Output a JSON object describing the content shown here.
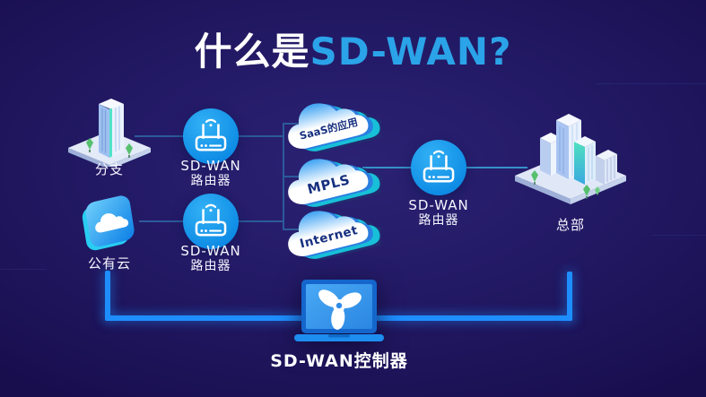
{
  "title": {
    "prefix": "什么是",
    "highlight": "SD-WAN?"
  },
  "nodes": {
    "branch": {
      "label": "分支"
    },
    "public_cloud": {
      "label": "公有云"
    },
    "router_top": {
      "line1": "SD-WAN",
      "line2": "路由器"
    },
    "router_bottom": {
      "line1": "SD-WAN",
      "line2": "路由器"
    },
    "router_right": {
      "line1": "SD-WAN",
      "line2": "路由器"
    },
    "headquarters": {
      "label": "总部"
    },
    "controller": {
      "label": "SD-WAN控制器"
    }
  },
  "clouds": [
    {
      "label": "SaaS的应用"
    },
    {
      "label": "MPLS"
    },
    {
      "label": "Internet"
    }
  ],
  "colors": {
    "background_center": "#2b2274",
    "background_edge": "#180e4e",
    "title_highlight": "#2ba3e8",
    "router_blue": "#189bf2",
    "thin_line": "#2c5a9b",
    "right_line": "#3790c8",
    "thick_line": "#1e8eff",
    "cloud_teal_echo": "#18bfd8",
    "cloud_navy_echo": "#232a6e",
    "cloud_text": "#16307f",
    "laptop_blue": "#1d8df0"
  }
}
